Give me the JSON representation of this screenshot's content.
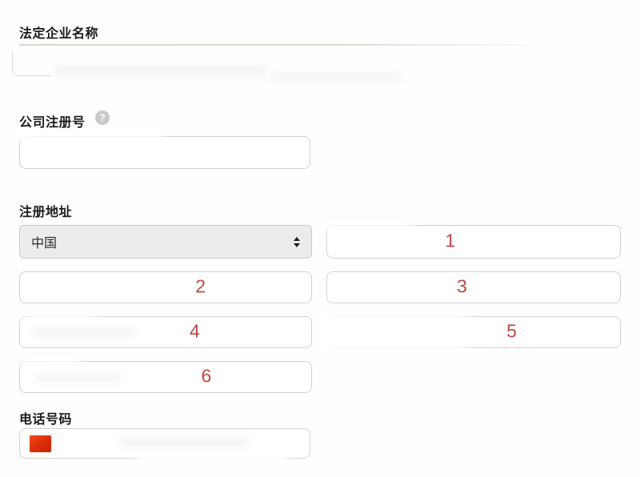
{
  "page": {
    "background": "#ffffff"
  },
  "colors": {
    "label_text": "#1c1c1c",
    "annotation_red": "#bf4743",
    "flag_red": "#d92c07",
    "select_bg": "#ececec",
    "input_border": "#d2d2d2"
  },
  "icons": {
    "help": {
      "name": "question-mark-circle",
      "glyph": "?"
    },
    "country_select": {
      "name": "up-down-arrows"
    },
    "phone_flag": {
      "name": "china-flag"
    }
  },
  "form": {
    "legal_name": {
      "label": "法定企业名称"
    },
    "company_reg": {
      "label": "公司注册号"
    },
    "reg_address": {
      "label": "注册地址",
      "country": {
        "value": "中国"
      },
      "slots": [
        {
          "annotation": "1"
        },
        {
          "annotation": "2"
        },
        {
          "annotation": "3"
        },
        {
          "annotation": "4"
        },
        {
          "annotation": "5"
        },
        {
          "annotation": "6"
        }
      ]
    },
    "phone": {
      "label": "电话号码"
    }
  }
}
